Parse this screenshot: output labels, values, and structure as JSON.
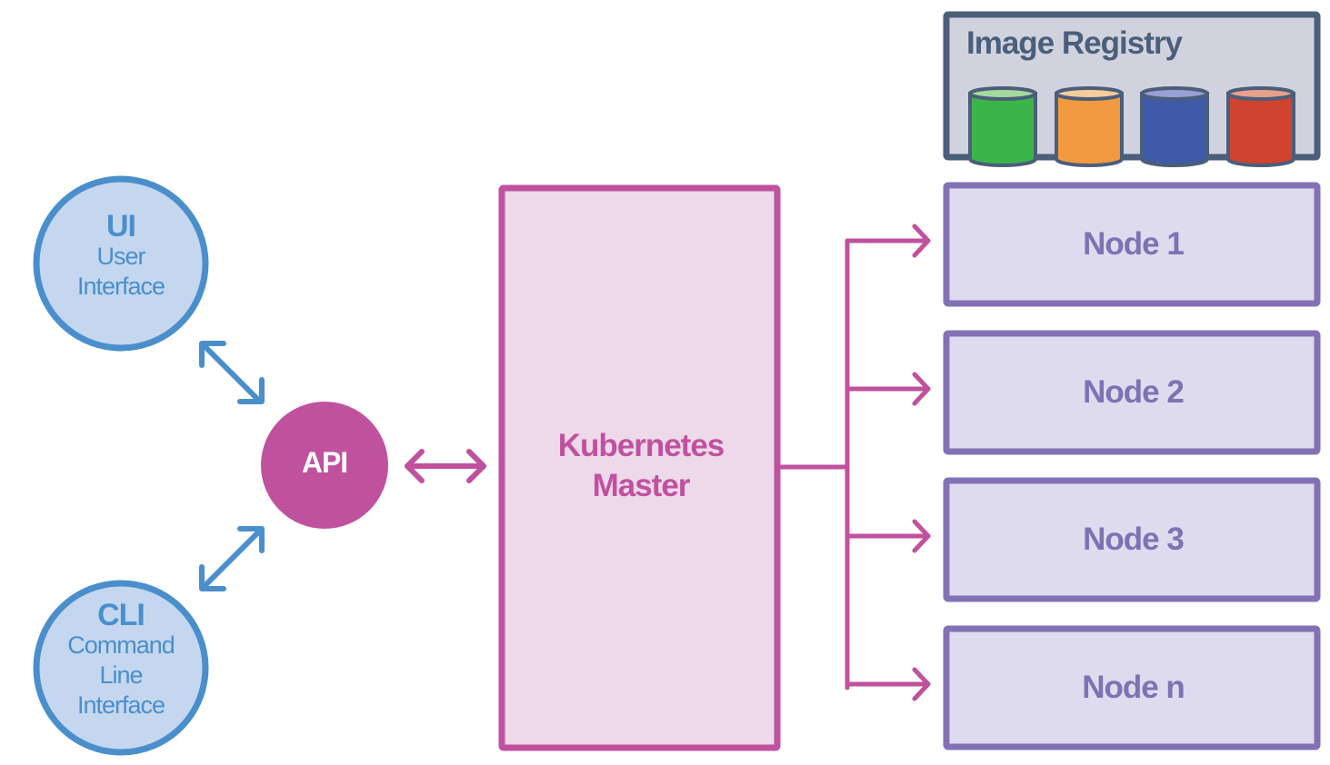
{
  "colors": {
    "client_stroke": "#4a8fcc",
    "client_fill": "#c4d7ee",
    "api_fill": "#c0519e",
    "master_stroke": "#c0519e",
    "master_fill": "#eed9ea",
    "node_stroke": "#8272b5",
    "node_fill": "#dedbee",
    "registry_stroke": "#4b5e7a",
    "registry_fill": "#d0d3de",
    "cylinders": [
      "#3bb54a",
      "#f29a3f",
      "#3f5aa8",
      "#cf432f"
    ],
    "cylinder_tops": [
      "#a6d9a0",
      "#f7cc9c",
      "#9a9fd4",
      "#e8a08a"
    ]
  },
  "clients": [
    {
      "id": "ui",
      "title": "UI",
      "subtitle_lines": [
        "User",
        "Interface"
      ]
    },
    {
      "id": "cli",
      "title": "CLI",
      "subtitle_lines": [
        "Command",
        "Line",
        "Interface"
      ]
    }
  ],
  "api": {
    "label": "API"
  },
  "master": {
    "label_lines": [
      "Kubernetes",
      "Master"
    ]
  },
  "nodes": [
    {
      "label": "Node 1"
    },
    {
      "label": "Node 2"
    },
    {
      "label": "Node 3"
    },
    {
      "label": "Node n"
    }
  ],
  "registry": {
    "title": "Image Registry",
    "images": [
      "green",
      "orange",
      "blue",
      "red"
    ]
  }
}
